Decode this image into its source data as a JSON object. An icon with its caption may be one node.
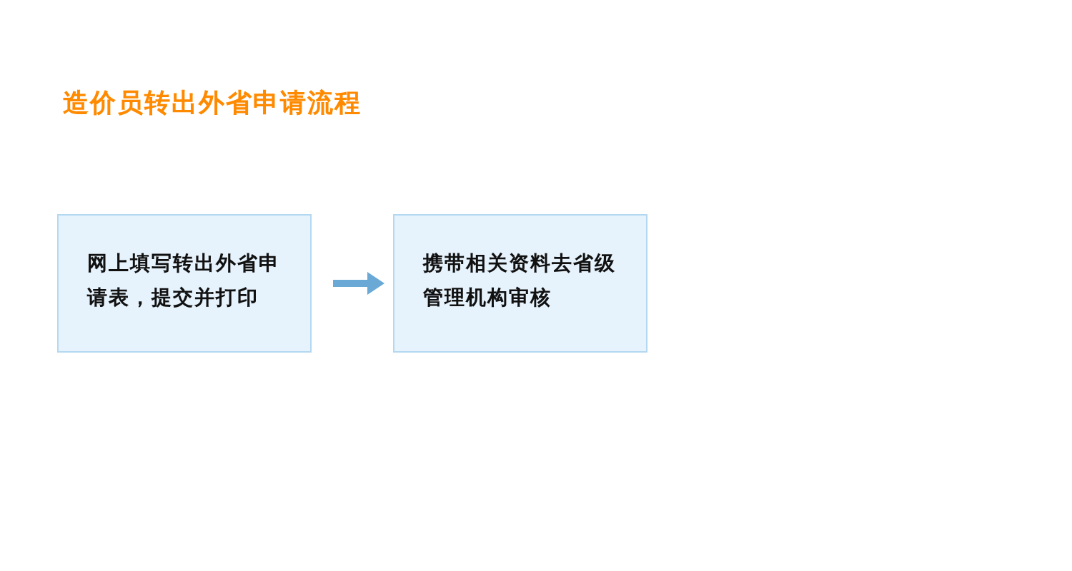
{
  "diagram": {
    "title": "造价员转出外省申请流程",
    "nodes": [
      {
        "text": [
          "网上填写转出外省申请表，提交并打印"
        ]
      },
      {
        "text": [
          "携带相关资料去省级管理机构审核"
        ]
      }
    ],
    "edges": [
      {
        "from": 0,
        "to": 1,
        "arrow": "to"
      }
    ]
  }
}
